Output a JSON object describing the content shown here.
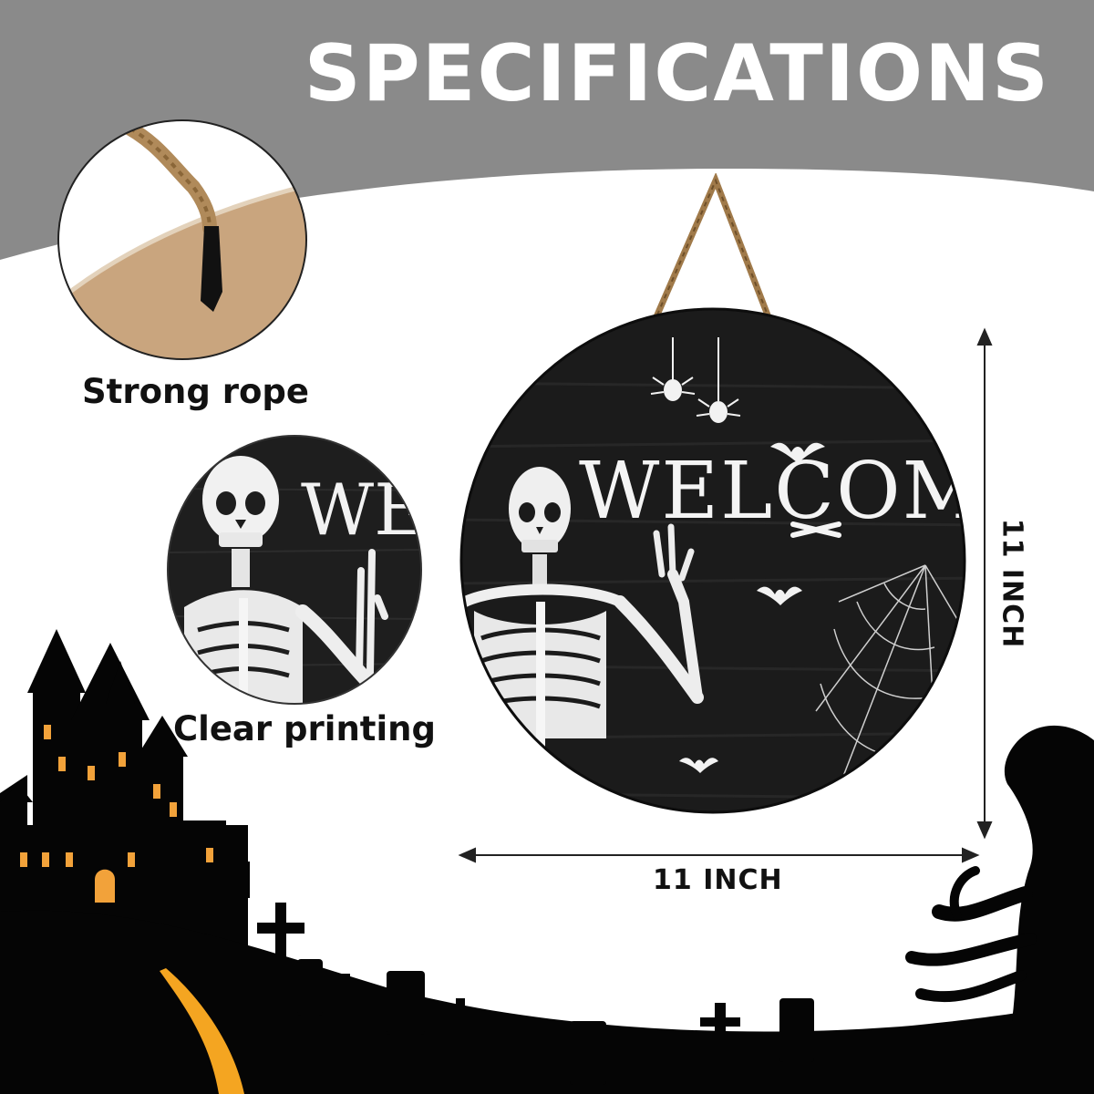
{
  "header": {
    "title": "SPECIFICATIONS"
  },
  "features": [
    {
      "label": "Strong rope"
    },
    {
      "label": "Clear printing"
    }
  ],
  "sign": {
    "text": "WELCOME"
  },
  "detail_text": "WEL",
  "dimensions": {
    "width_label": "11 INCH",
    "height_label": "11 INCH"
  },
  "colors": {
    "banner": "#8a8a8a",
    "board": "#1b1b1b",
    "castle_window": "#f2a23a",
    "path": "#f4a521",
    "silhouette": "#050505"
  }
}
